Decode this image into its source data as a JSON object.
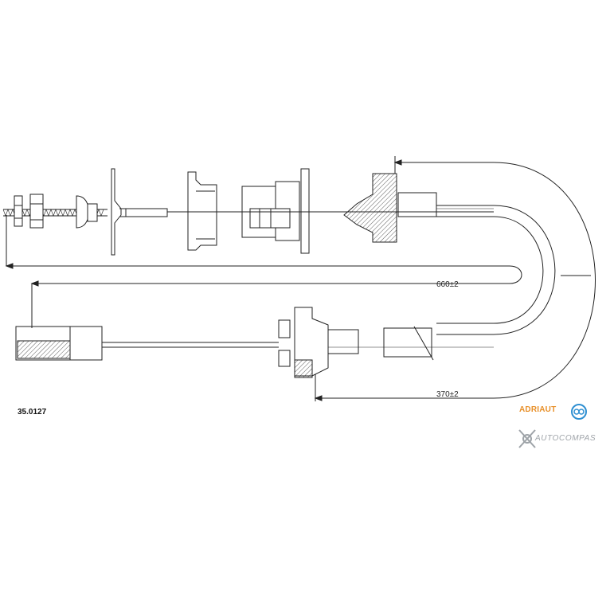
{
  "part_number": "35.0127",
  "dimensions": {
    "total_length": "660±2",
    "sheath_length": "370±2"
  },
  "brand": {
    "name": "ADRIAUT",
    "accent_color": "#e8902a"
  },
  "watermark": {
    "text": "AUTOCOMPAS",
    "color": "#9ea3a8"
  }
}
